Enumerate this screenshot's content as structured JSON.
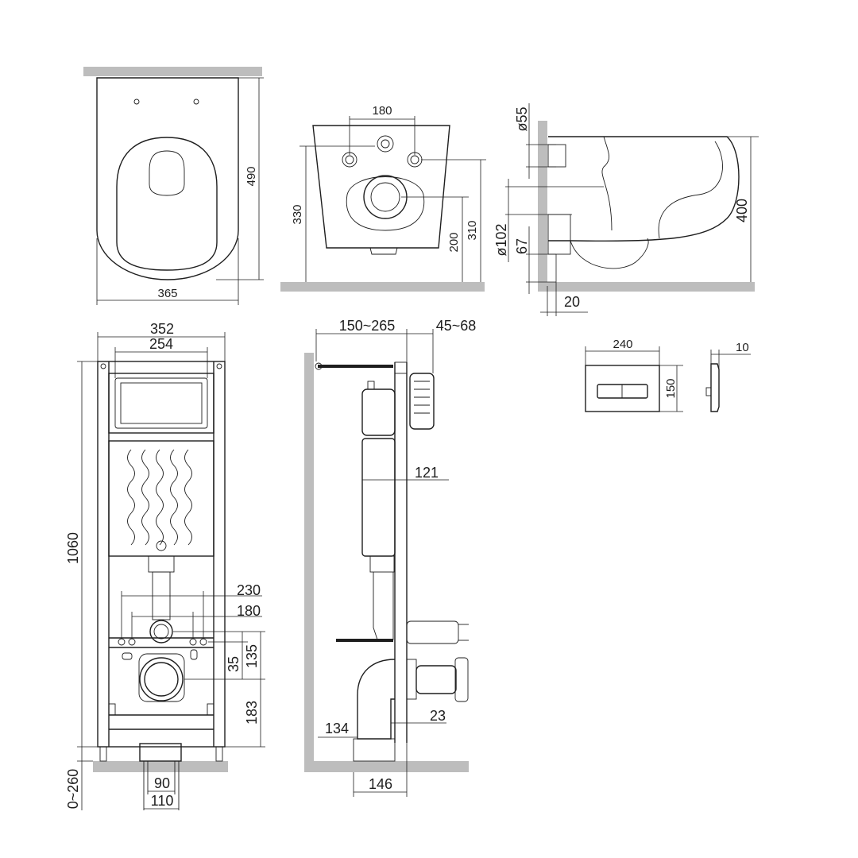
{
  "dimensions": {
    "bowl_length": "490",
    "bowl_width": "365",
    "bolt_spacing": "180",
    "mount_height": "330",
    "outlet_height": "200",
    "inlet_height": "310",
    "inlet_diameter": "ø55",
    "outlet_diameter": "ø102",
    "outlet_offset": "67",
    "bowl_height": "400",
    "wall_gap": "20",
    "frame_width": "352",
    "frame_inner_width": "254",
    "frame_height": "1060",
    "leg_adjust": "0~260",
    "stud_spacing_outer": "230",
    "stud_spacing_inner": "180",
    "stud_offset": "35",
    "stud_height": "135",
    "outlet_center_height": "183",
    "foot_inner": "90",
    "foot_outer": "110",
    "wall_depth": "150~265",
    "flange_depth": "45~68",
    "cistern_depth": "121",
    "pipe_offset": "23",
    "pipe_height": "134",
    "base_depth": "146",
    "plate_width": "240",
    "plate_height": "150",
    "plate_thickness": "10"
  }
}
